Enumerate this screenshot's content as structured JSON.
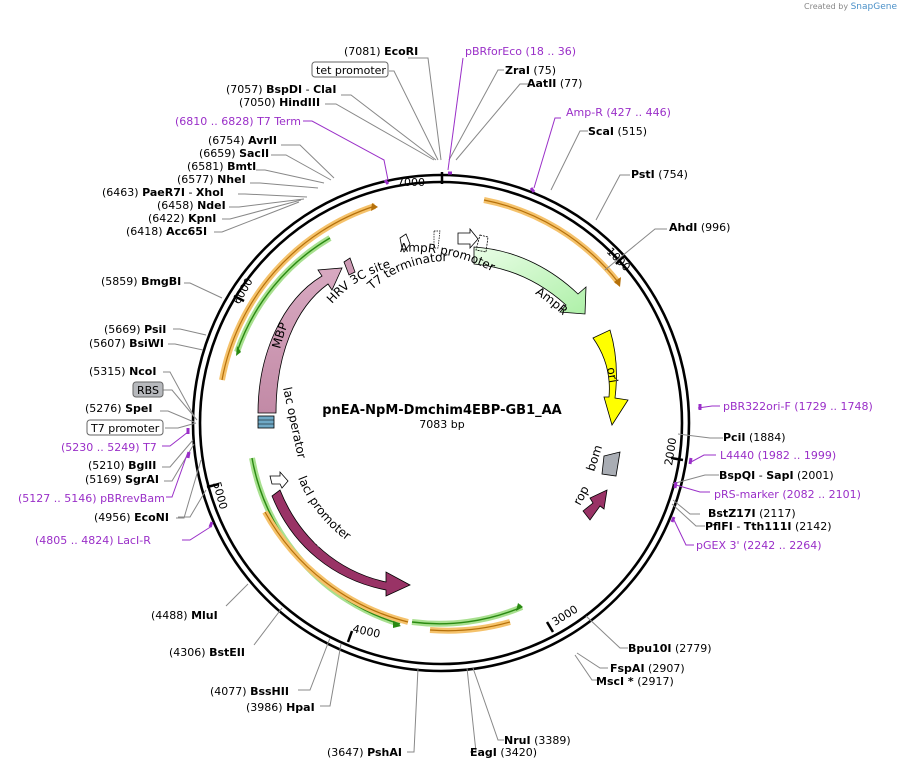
{
  "credit": {
    "prefix": "Created by",
    "brand": "SnapGene"
  },
  "plasmid": {
    "name": "pnEA-NpM-Dmchim4EBP-GB1_AA",
    "size": "7083 bp"
  },
  "ticks": [
    "1000",
    "2000",
    "3000",
    "4000",
    "5000",
    "6000",
    "7000"
  ],
  "features": [
    {
      "label": "AmpR promoter"
    },
    {
      "label": "AmpR"
    },
    {
      "label": "ori"
    },
    {
      "label": "bom"
    },
    {
      "label": "rop"
    },
    {
      "label": "lacI"
    },
    {
      "label": "lacI promoter"
    },
    {
      "label": "lac operator"
    },
    {
      "label": "MBP"
    },
    {
      "label": "HRV 3C site"
    },
    {
      "label": "T7 terminator"
    }
  ],
  "sites": [
    {
      "pos": "(7081)",
      "name": "EcoRI"
    },
    {
      "name": "tet promoter"
    },
    {
      "pos": "(7057)",
      "name": "BspDI",
      "extra": "ClaI"
    },
    {
      "pos": "(7050)",
      "name": "HindIII"
    },
    {
      "pos": "(6810 .. 6828)",
      "name": "T7 Term"
    },
    {
      "pos": "(6754)",
      "name": "AvrII"
    },
    {
      "pos": "(6659)",
      "name": "SacII"
    },
    {
      "pos": "(6581)",
      "name": "BmtI"
    },
    {
      "pos": "(6577)",
      "name": "NheI"
    },
    {
      "pos": "(6463)",
      "name": "PaeR7I",
      "extra": "XhoI"
    },
    {
      "pos": "(6458)",
      "name": "NdeI"
    },
    {
      "pos": "(6422)",
      "name": "KpnI"
    },
    {
      "pos": "(6418)",
      "name": "Acc65I"
    },
    {
      "pos": "(5859)",
      "name": "BmgBI"
    },
    {
      "pos": "(5669)",
      "name": "PsiI"
    },
    {
      "pos": "(5607)",
      "name": "BsiWI"
    },
    {
      "pos": "(5315)",
      "name": "NcoI"
    },
    {
      "name": "RBS"
    },
    {
      "pos": "(5276)",
      "name": "SpeI"
    },
    {
      "name": "T7 promoter"
    },
    {
      "pos": "(5230 .. 5249)",
      "name": "T7"
    },
    {
      "pos": "(5210)",
      "name": "BglII"
    },
    {
      "pos": "(5169)",
      "name": "SgrAI"
    },
    {
      "pos": "(5127 .. 5146)",
      "name": "pBRrevBam"
    },
    {
      "pos": "(4956)",
      "name": "EcoNI"
    },
    {
      "pos": "(4805 .. 4824)",
      "name": "LacI-R"
    },
    {
      "pos": "(4488)",
      "name": "MluI"
    },
    {
      "pos": "(4306)",
      "name": "BstEII"
    },
    {
      "pos": "(4077)",
      "name": "BssHII"
    },
    {
      "pos": "(3986)",
      "name": "HpaI"
    },
    {
      "pos": "(3647)",
      "name": "PshAI"
    },
    {
      "pos": "(3420)",
      "name": "EagI"
    },
    {
      "pos": "(3389)",
      "name": "NruI"
    },
    {
      "pos": "(2917)",
      "name": "MscI *"
    },
    {
      "pos": "(2907)",
      "name": "FspAI"
    },
    {
      "pos": "(2779)",
      "name": "Bpu10I"
    },
    {
      "pos": "(2242 .. 2264)",
      "name": "pGEX 3'"
    },
    {
      "pos": "(2142)",
      "name": "PflFI",
      "extra": "Tth111I"
    },
    {
      "pos": "(2117)",
      "name": "BstZ17I"
    },
    {
      "pos": "(2082 .. 2101)",
      "name": "pRS-marker"
    },
    {
      "pos": "(2001)",
      "name": "BspQI",
      "extra": "SapI"
    },
    {
      "pos": "(1982 .. 1999)",
      "name": "L4440"
    },
    {
      "pos": "(1884)",
      "name": "PciI"
    },
    {
      "pos": "(1729 .. 1748)",
      "name": "pBR322ori-F"
    },
    {
      "pos": "(996)",
      "name": "AhdI"
    },
    {
      "pos": "(754)",
      "name": "PstI"
    },
    {
      "pos": "(515)",
      "name": "ScaI"
    },
    {
      "pos": "(427 .. 446)",
      "name": "Amp-R"
    },
    {
      "pos": "(77)",
      "name": "AatII"
    },
    {
      "pos": "(75)",
      "name": "ZraI"
    },
    {
      "pos": "(18 .. 36)",
      "name": "pBRforEco"
    }
  ],
  "colors": {
    "backbone": "#000000",
    "primer": "#9a2fc8",
    "ampr": "#c8f7c5",
    "ori": "#ffff00",
    "bom": "#a9adb4",
    "rop": "#993366",
    "laci": "#993366",
    "mbp": "#cc99b3",
    "orf_orange": "#f5c26b",
    "orf_green": "#86d36c"
  }
}
